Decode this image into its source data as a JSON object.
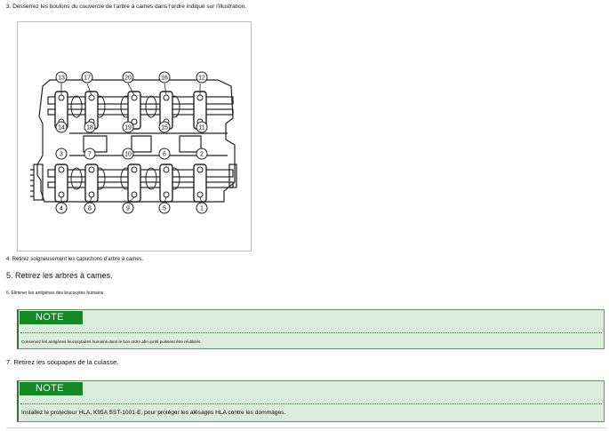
{
  "steps": {
    "step3": "3. Desserrez les boulons du couvercle de l'arbre à cames dans l'ordre indiqué sur l'illustration.",
    "step4": "4. Retirez soigneusement les capuchons d'arbre à cames.",
    "step5": "5. Retirez les arbres à cames.",
    "step6": "6. Éliminer les antigènes des leucocytes humains",
    "step7": "7. Retirez les soupapes de la culasse."
  },
  "notes": [
    {
      "label": "NOTE",
      "text": "Conservez les antigènes leucocytaires humains dans le bon ordre afin qu'ils puissent être réutilisés."
    },
    {
      "label": "NOTE",
      "text": "Installez le protecteur HLA, K95A SST-1001-E, pour protéger les alésages HLA contre les dommages."
    }
  ],
  "figure": {
    "bolt_numbers_top": [
      "13",
      "17",
      "20",
      "16",
      "12"
    ],
    "bolt_numbers_upper_mid": [
      "14",
      "18",
      "19",
      "15",
      "11"
    ],
    "bolt_numbers_lower_mid": [
      "3",
      "7",
      "10",
      "6",
      "2"
    ],
    "bolt_numbers_bottom": [
      "4",
      "8",
      "9",
      "5",
      "1"
    ]
  },
  "colors": {
    "note_background": "#dcecdc",
    "note_badge": "#138a25"
  }
}
